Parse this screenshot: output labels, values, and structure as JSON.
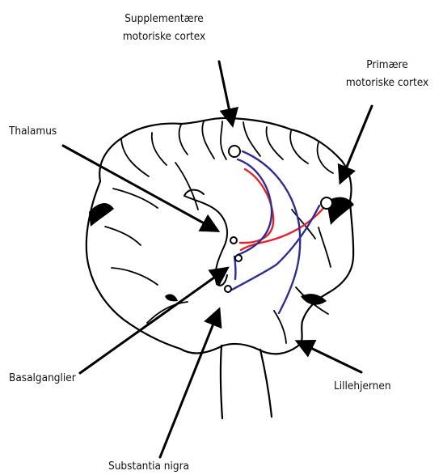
{
  "labels": {
    "supplementary_motor_cortex": [
      "Supplementære",
      "motoriske cortex"
    ],
    "primary_motor_cortex": [
      "Primære",
      "motoriske cortex"
    ],
    "thalamus": "Thalamus",
    "basal_ganglia": "Basalganglier",
    "cerebellum": "Lillehjernen",
    "substantia_nigra": "Substantia nigra"
  },
  "colors": {
    "outline": "#000000",
    "red_pathway": "#e8202a",
    "blue_pathway": "#2d2d93"
  }
}
